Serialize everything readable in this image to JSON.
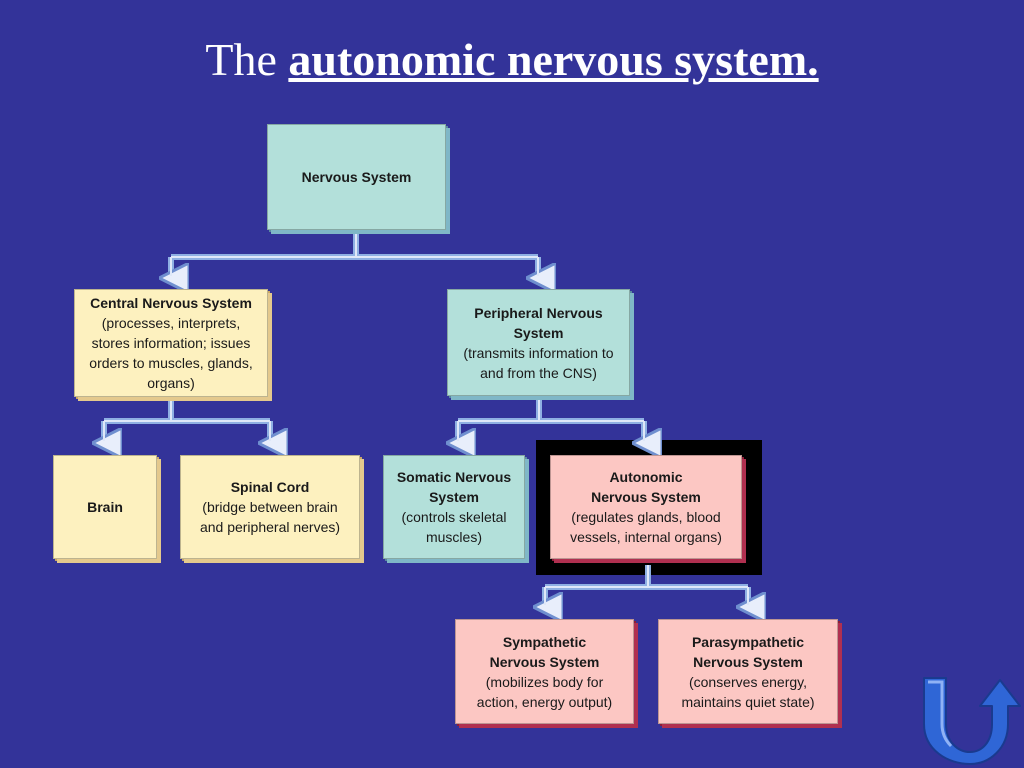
{
  "slide": {
    "title_prefix": "The",
    "title_emphasis": "autonomic nervous system."
  },
  "diagram": {
    "nodes": {
      "nervous_system": {
        "name": "Nervous System"
      },
      "cns": {
        "name": "Central Nervous System",
        "desc": "(processes, interprets, stores information; issues orders to muscles, glands, organs)"
      },
      "pns": {
        "name": "Peripheral Nervous System",
        "desc": "(transmits information to and from the CNS)"
      },
      "brain": {
        "name": "Brain"
      },
      "spinal_cord": {
        "name": "Spinal Cord",
        "desc": "(bridge between brain and peripheral nerves)"
      },
      "somatic": {
        "name": "Somatic Nervous System",
        "desc": "(controls skeletal muscles)"
      },
      "autonomic": {
        "name": "Autonomic Nervous System",
        "desc": "(regulates glands, blood vessels, internal organs)"
      },
      "sympathetic": {
        "name": "Sympathetic Nervous System",
        "desc": "(mobilizes body for action, energy output)"
      },
      "parasympathetic": {
        "name": "Parasympathetic Nervous System",
        "desc": "(conserves energy, maintains quiet state)"
      }
    },
    "colors": {
      "background": "#333399",
      "teal_box": "#b3e0da",
      "yellow_box": "#fdf1bf",
      "pink_box": "#fcc7c3",
      "connector": "#7f9fd6",
      "highlight": "#000000",
      "return_arrow": "#2f66d6"
    }
  },
  "nav": {
    "return_icon": "u-turn-arrow-icon"
  }
}
